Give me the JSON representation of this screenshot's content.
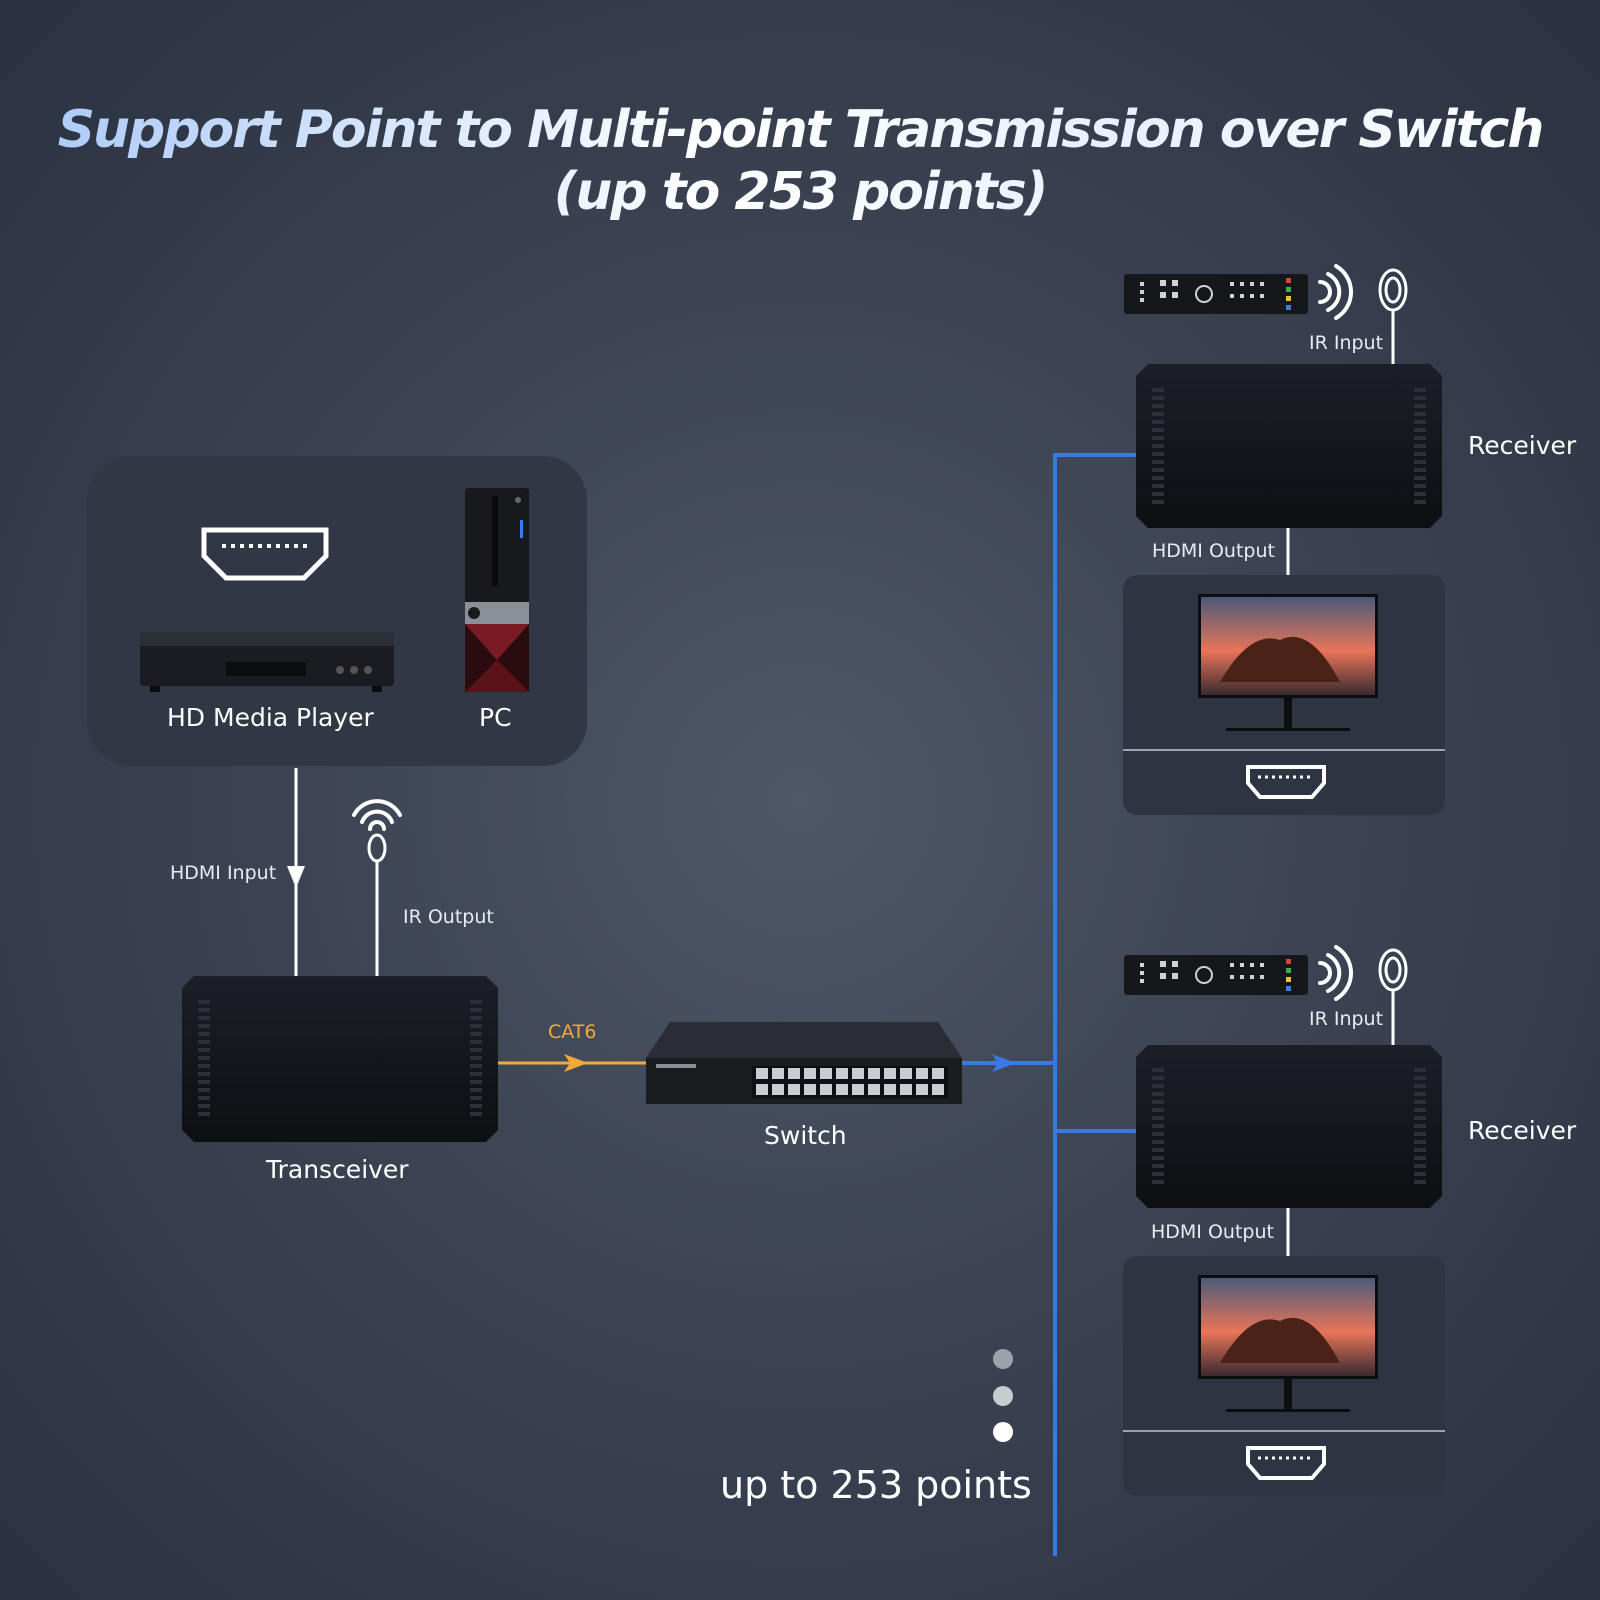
{
  "title": {
    "line1": "Support Point to Multi-point Transmission over Switch",
    "line2": "(up to 253 points)"
  },
  "sources": {
    "media_player_label": "HD Media Player",
    "pc_label": "PC"
  },
  "transmitter": {
    "hdmi_input_label": "HDMI Input",
    "ir_output_label": "IR Output",
    "device_label": "Transceiver"
  },
  "link": {
    "cable_label": "CAT6",
    "switch_label": "Switch"
  },
  "receivers": [
    {
      "ir_input_label": "IR Input",
      "device_label": "Receiver",
      "hdmi_output_label": "HDMI Output"
    },
    {
      "ir_input_label": "IR Input",
      "device_label": "Receiver",
      "hdmi_output_label": "HDMI Output"
    }
  ],
  "footer": {
    "points_label": "up to 253 points"
  },
  "colors": {
    "network_line": "#3a78e8",
    "cat6": "#f2a93b",
    "white_line": "#ffffff",
    "device_body": "#111318"
  },
  "icons": [
    "hdmi-port-icon",
    "blu-ray-player-icon",
    "desktop-pc-icon",
    "wifi-signal-icon",
    "ir-antenna-icon",
    "network-switch-icon",
    "remote-control-icon",
    "ir-wave-icon",
    "monitor-icon"
  ]
}
